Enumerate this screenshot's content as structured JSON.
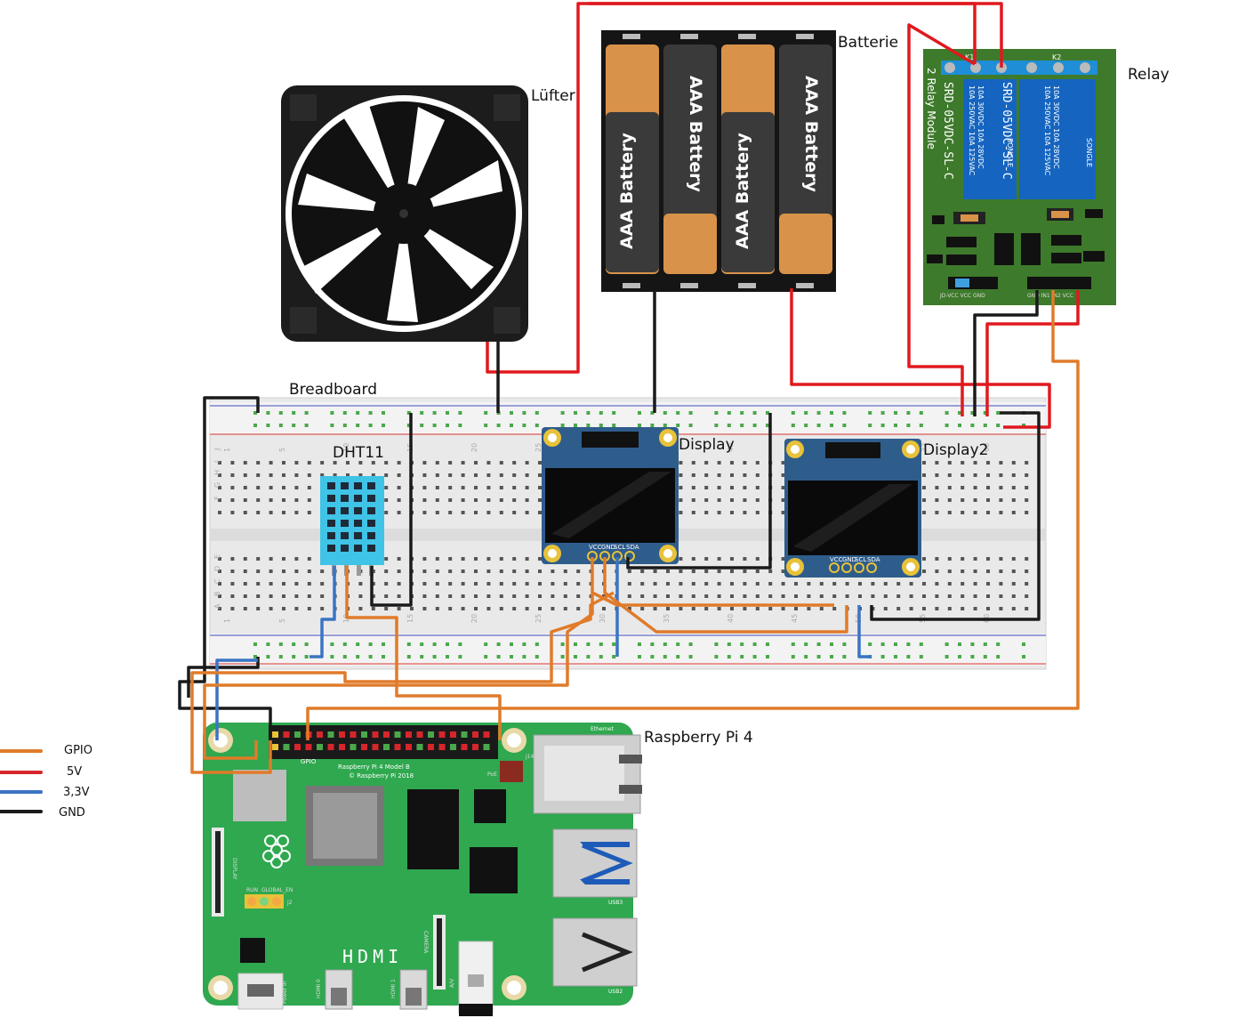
{
  "labels": {
    "fan": "Lüfter",
    "battery": "Batterie",
    "relay": "Relay",
    "breadboard": "Breadboard",
    "dht": "DHT11",
    "display1": "Display",
    "display2": "Display2",
    "pi": "Raspberry Pi 4"
  },
  "battery_cell_text": "AAA Battery",
  "relay_module": {
    "title": "2 Relay Module",
    "model": "SRD-05VDC-SL-C",
    "rating_lines": [
      "10A 250VAC 10A 125VAC",
      "10A 30VDC 10A 28VDC"
    ],
    "brand": "SONGLE",
    "k1": "K1",
    "k2": "K2",
    "pins_left": "JD-VCC VCC GND",
    "pins_right": "GND IN1 IN2 VCC"
  },
  "display_pins": [
    "VCC",
    "GND",
    "SCL",
    "SDA"
  ],
  "pi_board": {
    "model": "Raspberry Pi 4 Model B",
    "copyright": "© Raspberry Pi 2018",
    "gpio": "GPIO",
    "ethernet": "Ethernet",
    "usb3": "USB3",
    "usb2": "USB2",
    "hdmi": "HDMI",
    "display": "DISPLAY",
    "camera": "CAMERA",
    "run": "RUN",
    "global_en": "GLOBAL_EN",
    "poe": "PoE",
    "j14": "J14",
    "j2": "J2",
    "power_in": "Power In",
    "hdmi0": "HDMI 0",
    "hdmi1": "HDMI 1",
    "av": "A/V"
  },
  "breadboard_rows": [
    "J",
    "I",
    "H",
    "G",
    "F",
    "E",
    "D",
    "C",
    "B",
    "A"
  ],
  "breadboard_cols": [
    "1",
    "5",
    "10",
    "15",
    "20",
    "25",
    "30",
    "35",
    "40",
    "45",
    "50",
    "55",
    "60"
  ],
  "legend": [
    {
      "label": "GPIO",
      "color": "#e07b2a"
    },
    {
      "label": "5V",
      "color": "#d6262c"
    },
    {
      "label": "3,3V",
      "color": "#3a74c4"
    },
    {
      "label": "GND",
      "color": "#1a1a1a"
    }
  ],
  "colors": {
    "wire_gpio": "#e07b2a",
    "wire_5v": "#e0191e",
    "wire_3v3": "#3a74c4",
    "wire_gnd": "#1a1a1a",
    "pcb_green": "#2fa84f",
    "relay_green": "#3e7a2b",
    "relay_blue": "#1565c0",
    "dht_blue": "#3fc3e6",
    "oled_blue": "#2e5d8c"
  }
}
